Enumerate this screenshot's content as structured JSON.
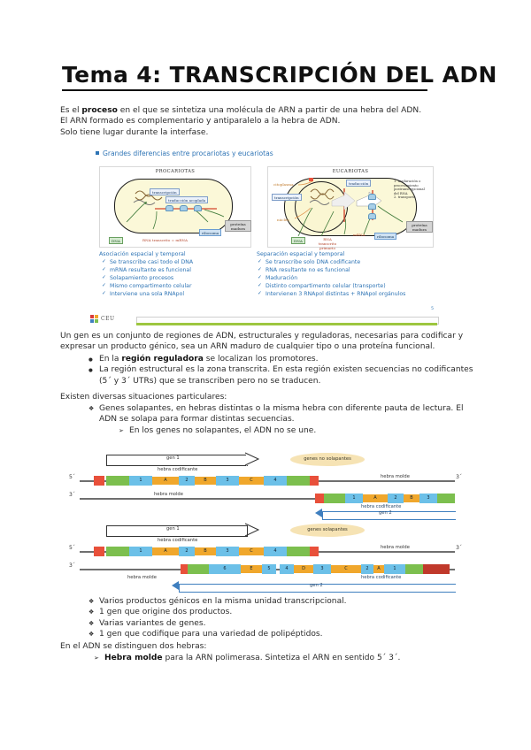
{
  "document": {
    "title": "Tema 4: TRANSCRIPCIÓN DEL ADN",
    "intro": [
      "Es el proceso en el que se sintetiza una molécula de ARN a partir de una hebra del ADN.",
      "El ARN formado es complementario y antiparalelo a la hebra de ADN.",
      "Solo tiene lugar durante la interfase."
    ],
    "intro_bold": "proceso"
  },
  "slide": {
    "heading": "Grandes diferencias entre procariotas y eucariotas",
    "number": "5",
    "logo_text": "CEU",
    "prokaryote": {
      "caption": "PROCARIOTAS",
      "labels": {
        "transcripcion": "transcripción",
        "traduccion": "traducción acoplada",
        "dna": "DNA",
        "rna": "RNA transcrito = mRNA",
        "ribosoma": "ribosoma",
        "proteina": "proteína madura"
      }
    },
    "eukaryote": {
      "caption": "EUCARIOTAS",
      "labels": {
        "traduccion": "traducción",
        "transcripcion": "transcripción",
        "citoplasma": "citoplasma",
        "nucleo": "núcleo",
        "dna": "DNA",
        "rna_transcrito": "RNA transcrito primario",
        "mrna": "mRNA",
        "ribosoma": "ribosoma",
        "proteina": "proteína madura"
      },
      "note": "1. maduración o\nprocesamiento\npostranscripcional\ndel RNA\n2. transporte"
    },
    "comparison": {
      "left": {
        "heading": "Asociación espacial y temporal",
        "items": [
          "Se transcribe casi todo el DNA",
          "mRNA resultante es funcional",
          "Solapamiento procesos",
          "Mismo compartimento celular",
          "Interviene una sola RNApol"
        ]
      },
      "right": {
        "heading": "Separación espacial y temporal",
        "items": [
          "Se transcribe solo DNA codificante",
          "RNA resultante no es funcional",
          "Maduración",
          "Distinto compartimento celular (transporte)",
          "Intervienen 3 RNApol distintas + RNApol orgánulos"
        ]
      }
    }
  },
  "gene_definition": {
    "paragraph": "Un gen es un conjunto de regiones de ADN, estructurales y reguladoras, necesarias para codificar y expresar un producto génico, sea un ARN maduro de cualquier tipo o una proteína funcional.",
    "bullets": [
      {
        "text": "En la región reguladora se localizan los promotores.",
        "bold": "región reguladora"
      },
      {
        "text": "La región estructural es la zona transcrita. En esta región existen secuencias no codificantes (5´ y 3´ UTRs) que se transcriben pero no se traducen.",
        "bold": ""
      }
    ],
    "lead_situations": "Existen diversas situaciones particulares:",
    "overlap_bullet": "Genes solapantes, en hebras distintas o la misma hebra con diferente pauta de lectura. El ADN se solapa para formar distintas secuencias.",
    "overlap_sub": "En los genes no solapantes, el ADN no se une."
  },
  "figure_nonoverlap": {
    "ellipse_label": "genes no solapantes",
    "gene_top_label": "gen 1",
    "coding_strand_top": "hebra codificante",
    "template_strand_top_right": "hebra molde",
    "template_strand_bottom": "hebra molde",
    "coding_strand_bottom": "hebra codificante",
    "gene_bottom_label": "gen 2",
    "five_prime": "5´",
    "three_prime": "3´",
    "exons_top": [
      "1",
      "2",
      "3",
      "4"
    ],
    "introns_top": [
      "A",
      "B",
      "C"
    ],
    "exons_bottom": [
      "1",
      "2",
      "3"
    ],
    "introns_bottom": [
      "A",
      "B"
    ]
  },
  "figure_overlap": {
    "ellipse_label": "genes solapantes",
    "gene_top_label": "gen 1",
    "coding_strand_top": "hebra codificante",
    "template_strand_top_right": "hebra molde",
    "template_strand_bottom": "hebra molde",
    "coding_strand_bottom": "hebra codificante",
    "gene_bottom_label": "gen 2",
    "five_prime": "5´",
    "three_prime": "3´",
    "exons_top": [
      "1",
      "2",
      "3",
      "4"
    ],
    "introns_top": [
      "A",
      "B",
      "C"
    ],
    "exons_bottom": [
      "6",
      "5",
      "4",
      "3",
      "2",
      "1"
    ],
    "introns_bottom": [
      "E",
      "D",
      "C",
      "B",
      "A"
    ]
  },
  "particular_situations": {
    "items": [
      "Varios productos génicos en la misma unidad transcripcional.",
      "1 gen que origine dos productos.",
      "Varias variantes de genes.",
      "1 gen que codifique para una variedad de polipéptidos."
    ]
  },
  "strands": {
    "lead": "En el ADN se distinguen dos hebras:",
    "item": "Hebra molde para la ARN polimerasa. Sintetiza el ARN en sentido 5´ 3´.",
    "item_bold": "Hebra molde"
  },
  "colors": {
    "accent_blue": "#2e74b5",
    "exon_blue": "#6cc0e8",
    "intron_orange": "#f0a72c",
    "green_block": "#7cbf4e",
    "red_cap": "#e8503a",
    "ellipse_tan": "#f6e3b4",
    "ceu_green": "#9dc63f"
  }
}
